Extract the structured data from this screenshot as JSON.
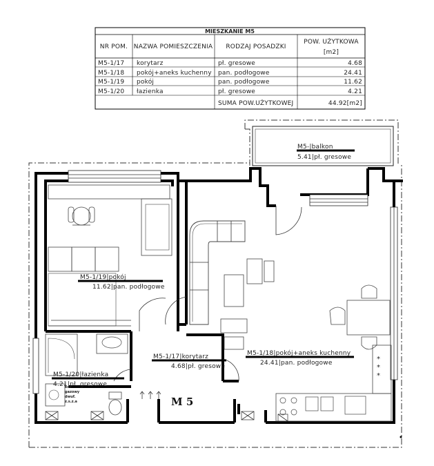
{
  "table": {
    "title": "MIESZKANIE M5",
    "headers": [
      "NR POM.",
      "NAZWA POMIESZCZENIA",
      "RODZAJ POSADZKI",
      "POW. UŻYTKOWA",
      "[m2]"
    ],
    "rows": [
      {
        "nr": "M5-1/17",
        "name": "korytarz",
        "floor": "pł. gresowe",
        "area": "4.68"
      },
      {
        "nr": "M5-1/18",
        "name": "pokój+aneks kuchenny",
        "floor": "pan. podłogowe",
        "area": "24.41"
      },
      {
        "nr": "M5-1/19",
        "name": "pokój",
        "floor": "pan. podłogowe",
        "area": "11.62"
      },
      {
        "nr": "M5-1/20",
        "name": "łazienka",
        "floor": "pł. gresowe",
        "area": "4.21"
      }
    ],
    "sum_label": "SUMA POW.UŻYTKOWEJ",
    "sum_value": "44.92[m2]"
  },
  "plan": {
    "apartment_label": "M 5",
    "stamp_lines": [
      "ko.",
      "gazowy",
      "dwuf.",
      "z.s.z.a"
    ],
    "rooms": [
      {
        "id": "balkon",
        "name": "M5-|balkon",
        "floor": "5.41|pł. gresowe"
      },
      {
        "id": "pokoj",
        "name": "M5-1/19|pokój",
        "floor": "11.62|pan. podłogowe"
      },
      {
        "id": "korytarz",
        "name": "M5-1/17|korytarz",
        "floor": "4.68|pł. gresowe"
      },
      {
        "id": "kuchnia",
        "name": "M5-1/18|pokój+aneks kuchenny",
        "floor": "24.41|pan. podłogowe"
      },
      {
        "id": "lazienka",
        "name": "M5-1/20|łazienka",
        "floor": "4.21|pł. gresowe"
      }
    ]
  }
}
